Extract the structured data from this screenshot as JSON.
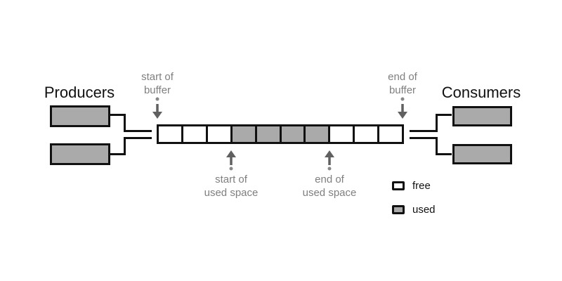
{
  "titles": {
    "producers": "Producers",
    "consumers": "Consumers"
  },
  "annotations": {
    "start_of_buffer": [
      "start of",
      "buffer"
    ],
    "end_of_buffer": [
      "end of",
      "buffer"
    ],
    "start_of_used_space": [
      "start of",
      "used space"
    ],
    "end_of_used_space": [
      "end of",
      "used space"
    ]
  },
  "buffer": {
    "cell_count": 10,
    "cells": [
      "free",
      "free",
      "free",
      "used",
      "used",
      "used",
      "used",
      "free",
      "free",
      "free"
    ]
  },
  "producers": {
    "box_count": 2
  },
  "consumers": {
    "box_count": 2
  },
  "legend": {
    "items": [
      {
        "label": "free",
        "type": "free"
      },
      {
        "label": "used",
        "type": "used"
      }
    ]
  },
  "colors": {
    "background": "#ffffff",
    "line": "#111111",
    "used_fill": "#aaaaaa",
    "free_fill": "#ffffff",
    "annotation_text": "#7f7f7f",
    "arrow": "#606060",
    "dot": "#888888",
    "title_text": "#111111"
  }
}
